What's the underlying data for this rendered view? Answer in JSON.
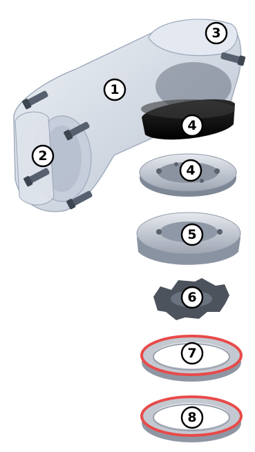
{
  "diagram": {
    "callouts": [
      "1",
      "2",
      "3",
      "4",
      "4",
      "5",
      "6",
      "7",
      "8"
    ],
    "colors": {
      "stem_body": "#d4dbe6",
      "stem_outline": "#9aa6b8",
      "bolt": "#56606e",
      "dark_cup": "#111111",
      "spacer_gray": "#c3c9d4",
      "shadow": "#7e8796",
      "lock_ring": "#4d535c",
      "bearing_seal": "#e84a4a",
      "bearing_steel": "#b9bec7"
    }
  }
}
